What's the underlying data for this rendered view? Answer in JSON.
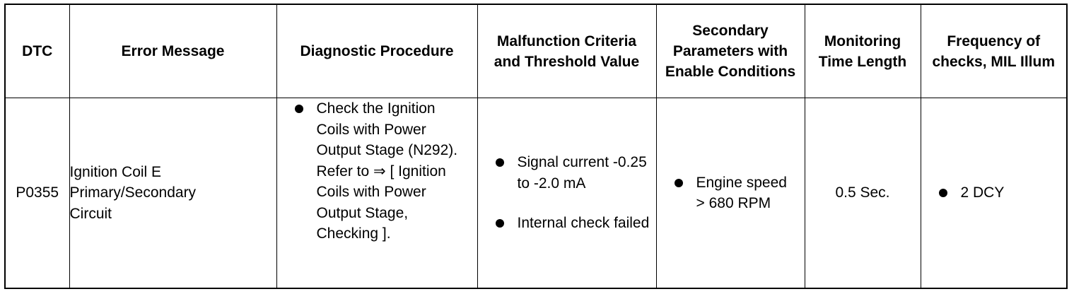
{
  "headers": {
    "dtc": "DTC",
    "error_message": "Error Message",
    "diagnostic_procedure": "Diagnostic Procedure",
    "malfunction_criteria": "Malfunction Criteria and Threshold Value",
    "secondary_parameters": "Secondary Parameters with Enable Conditions",
    "monitoring_time": "Monitoring Time Length",
    "frequency": "Frequency of checks, MIL Illum"
  },
  "row": {
    "dtc": "P0355",
    "error_message": "Ignition Coil E Primary/Secondary Circuit",
    "diagnostic_procedure": [
      "Check the Ignition Coils with Power Output Stage (N292). Refer to ⇒ [ Ignition Coils with Power Output Stage, Checking ]."
    ],
    "malfunction_criteria": [
      "Signal current -0.25 to -2.0 mA",
      "Internal check failed"
    ],
    "secondary_parameters": [
      "Engine speed > 680 RPM"
    ],
    "monitoring_time": "0.5 Sec.",
    "frequency": [
      "2 DCY"
    ]
  }
}
